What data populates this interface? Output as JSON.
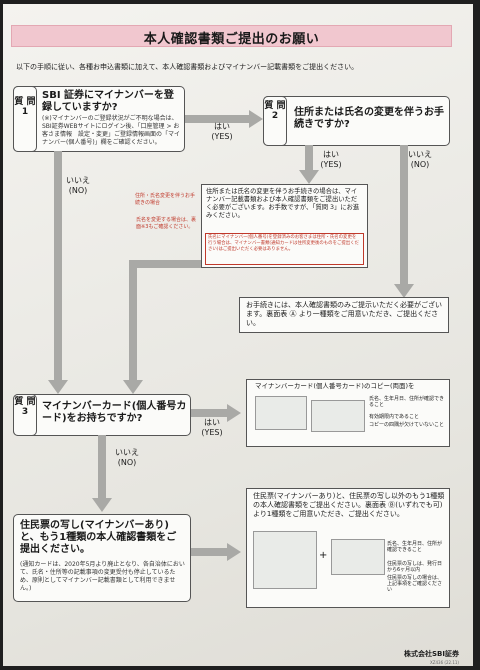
{
  "title": "本人確認書類ご提出のお願い",
  "intro": "以下の手順に従い、各種お申込書類に加えて、本人確認書類およびマイナンバー記載書類をご提出ください。",
  "q1": {
    "tag": "質 問 1",
    "heading": "SBI 証券にマイナンバーを登録していますか?",
    "note": "(※)マイナンバーのご登録状況がご不明な場合は、SBI証券WEBサイトにログイン後、「口座管理 > お客さま情報　設定・変更」ご登録情報画面の「マイナンバー(個人番号)」欄をご確認ください。"
  },
  "q2": {
    "tag": "質 問 2",
    "heading": "住所または氏名の変更を伴うお手続きですか?"
  },
  "q3": {
    "tag": "質 問 3",
    "heading": "マイナンバーカード(個人番号カード)をお持ちですか?"
  },
  "labels": {
    "yes": "はい",
    "yes_en": "(YES)",
    "no": "いいえ",
    "no_en": "(NO)"
  },
  "redlabel1": "住所・氏名変更を伴うお手続きの場合",
  "redlabel2": "氏名を変更する場合は、裏面※3もご確認ください。",
  "change_box": {
    "text": "住所または氏名の変更を伴うお手続きの場合は、マイナンバー記載書類および本人確認書類をご提出いただく必要がございます。お手数ですが、「質問 3」にお進みください。",
    "red": "氏名にマイナンバー(個人番号)を登録済みのお客さまは住所・氏名の変更を行う場合は、マイナンバー書類(通知カードは住所変更後のものをご提出ください)はご提出いただく必要はありません。"
  },
  "id_only_box": "お手続きには、本人確認書類のみご提示いただく必要がございます。裏面表 Ⓐ より一種類をご用意いただき、ご提出ください。",
  "mynumber_box": {
    "text": "マイナンバーカード(個人番号カード)のコピー(両面)を",
    "checks": [
      "氏名、生年月日、住所が確認できること",
      "有効期限内であること",
      "コピーの四隅が欠けていないこと"
    ]
  },
  "q4": {
    "heading": "住民票の写し(マイナンバーあり)と、もう1種類の本人確認書類をご提出ください。",
    "note": "(通知カードは、2020年5月より廃止となり、各自治体において、氏名・住所等の記載事項の変更受付も停止しているため、原則としてマイナンバー記載書類として利用できません。)"
  },
  "final_box": {
    "text": "住民票(マイナンバーあり)と、住民票の写し以外のもう1種類の本人確認書類をご提出ください。裏面表 Ⓑ(いずれでも可)より1種類をご用意いただき、ご提出ください。",
    "checks": [
      "氏名、生年月日、住所が確認できること",
      "住民票の写しは、発行日から6ヶ月以内",
      "住民票の写しの場合は、上記事項をご確認ください"
    ]
  },
  "footer": "株式会社SBI証券",
  "code": "XZ436 (22.11)"
}
